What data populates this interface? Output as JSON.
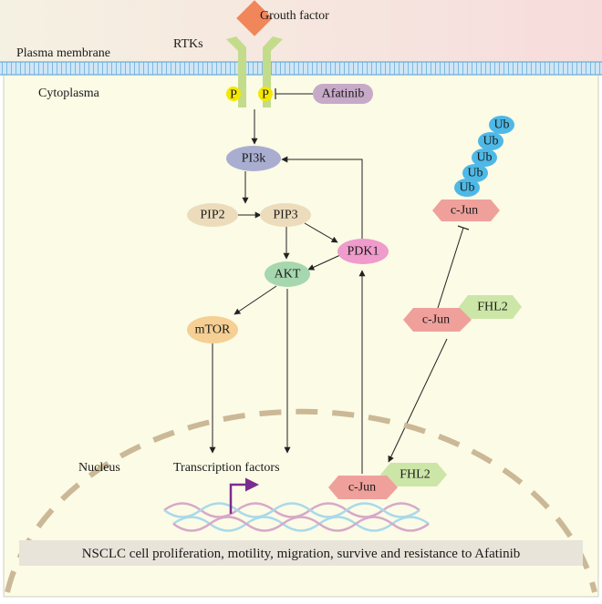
{
  "labels": {
    "growth_factor": "Grouth factor",
    "rtks": "RTKs",
    "plasma_membrane": "Plasma membrane",
    "cytoplasma": "Cytoplasma",
    "nucleus": "Nucleus",
    "transcription_factors": "Transcription factors",
    "phospho": "P",
    "ubiquitin": "Ub",
    "footer": "NSCLC cell proliferation, motility, migration, survive and resistance to Afatinib"
  },
  "nodes": {
    "afatinib": "Afatinib",
    "pi3k": "PI3k",
    "pip2": "PIP2",
    "pip3": "PIP3",
    "pdk1": "PDK1",
    "akt": "AKT",
    "mtor": "mTOR",
    "cjun": "c-Jun",
    "fhl2": "FHL2"
  },
  "colors": {
    "background": "#fbfbe6",
    "membrane": "#a9d4f0",
    "receptor": "#c3dc8c",
    "growth_factor": "#f0865a",
    "phospho": "#f5e800",
    "afatinib": "#c7a9c8",
    "pi3k": "#a9aed0",
    "pip": "#ecdcbc",
    "pdk1": "#ef9bcb",
    "akt": "#a6d7ae",
    "mtor": "#f5cf93",
    "cjun": "#f0a09b",
    "fhl2": "#cce6a8",
    "ub": "#4eb8e6",
    "nucleus_border": "#cbb896",
    "tss_arrow": "#7b2c8e",
    "dna_a": "#d7a8c8",
    "dna_b": "#a9d9ea",
    "footer_box": "#e8e4da"
  }
}
